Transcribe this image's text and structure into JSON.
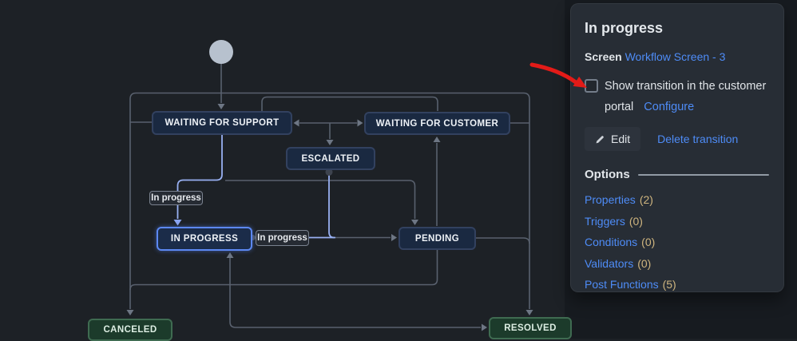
{
  "diagram": {
    "nodes": {
      "waiting_for_support": "WAITING FOR SUPPORT",
      "waiting_for_customer": "WAITING FOR CUSTOMER",
      "escalated": "ESCALATED",
      "in_progress": "IN PROGRESS",
      "pending": "PENDING",
      "canceled": "CANCELED",
      "resolved": "RESOLVED"
    },
    "edge_labels": {
      "in_progress_from_support": "In progress",
      "in_progress_from_escalated": "In progress"
    },
    "colors": {
      "edge": "#59616e",
      "arrowhead": "#6d7684",
      "highlight_edge": "#98b0f2",
      "node_bg": "#1a2941",
      "node_border": "#32415f",
      "selected_border": "#5c88f2",
      "done_bg": "#1c3b2b",
      "done_border": "#3f6b51",
      "annotation_arrow": "#e31b18",
      "link_blue": "#4e8cf7",
      "count_tan": "#cfb57f"
    }
  },
  "panel": {
    "title": "In progress",
    "screen_label": "Screen",
    "screen_link": "Workflow Screen - 3",
    "checkbox_label": "Show transition in the customer portal",
    "configure_link": "Configure",
    "edit_button": "Edit",
    "delete_link": "Delete transition",
    "options_title": "Options",
    "options": [
      {
        "label": "Properties",
        "count": "(2)"
      },
      {
        "label": "Triggers",
        "count": "(0)"
      },
      {
        "label": "Conditions",
        "count": "(0)"
      },
      {
        "label": "Validators",
        "count": "(0)"
      },
      {
        "label": "Post Functions",
        "count": "(5)"
      }
    ]
  }
}
